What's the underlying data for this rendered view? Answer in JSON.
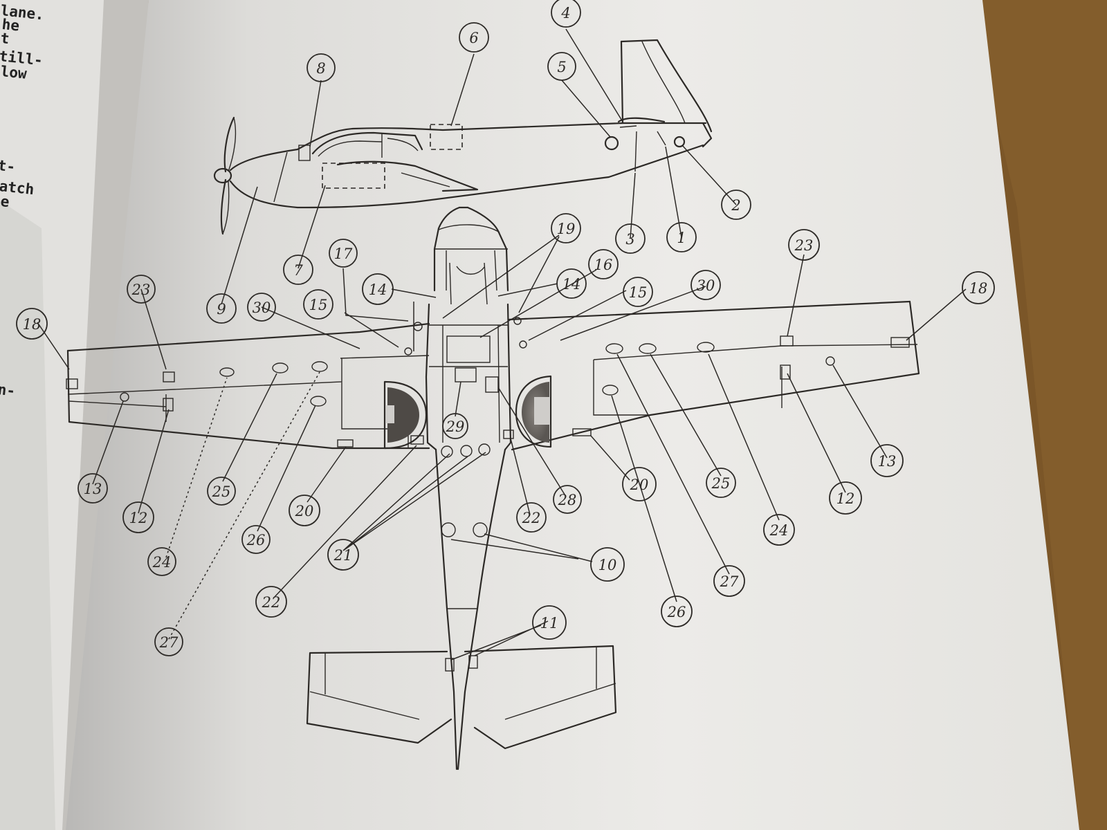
{
  "previous_page": {
    "line_fragments": [
      "lane.",
      "he",
      "t",
      "till-",
      "low",
      "t-",
      "atch",
      "e",
      "n-"
    ]
  },
  "diagram": {
    "callouts": [
      {
        "id": "c1",
        "label": "1"
      },
      {
        "id": "c2",
        "label": "2"
      },
      {
        "id": "c3",
        "label": "3"
      },
      {
        "id": "c4",
        "label": "4"
      },
      {
        "id": "c5",
        "label": "5"
      },
      {
        "id": "c6",
        "label": "6"
      },
      {
        "id": "c7",
        "label": "7"
      },
      {
        "id": "c8",
        "label": "8"
      },
      {
        "id": "c9",
        "label": "9"
      },
      {
        "id": "c10",
        "label": "10"
      },
      {
        "id": "c11",
        "label": "11"
      },
      {
        "id": "c12a",
        "label": "12"
      },
      {
        "id": "c12b",
        "label": "12"
      },
      {
        "id": "c13a",
        "label": "13"
      },
      {
        "id": "c13b",
        "label": "13"
      },
      {
        "id": "c14a",
        "label": "14"
      },
      {
        "id": "c14b",
        "label": "14"
      },
      {
        "id": "c15a",
        "label": "15"
      },
      {
        "id": "c15b",
        "label": "15"
      },
      {
        "id": "c16",
        "label": "16"
      },
      {
        "id": "c17",
        "label": "17"
      },
      {
        "id": "c18a",
        "label": "18"
      },
      {
        "id": "c18b",
        "label": "18"
      },
      {
        "id": "c19",
        "label": "19"
      },
      {
        "id": "c20a",
        "label": "20"
      },
      {
        "id": "c20b",
        "label": "20"
      },
      {
        "id": "c21",
        "label": "21"
      },
      {
        "id": "c22a",
        "label": "22"
      },
      {
        "id": "c22b",
        "label": "22"
      },
      {
        "id": "c23a",
        "label": "23"
      },
      {
        "id": "c23b",
        "label": "23"
      },
      {
        "id": "c24a",
        "label": "24"
      },
      {
        "id": "c24b",
        "label": "24"
      },
      {
        "id": "c25a",
        "label": "25"
      },
      {
        "id": "c25b",
        "label": "25"
      },
      {
        "id": "c26a",
        "label": "26"
      },
      {
        "id": "c26b",
        "label": "26"
      },
      {
        "id": "c27a",
        "label": "27"
      },
      {
        "id": "c27b",
        "label": "27"
      },
      {
        "id": "c28",
        "label": "28"
      },
      {
        "id": "c29",
        "label": "29"
      },
      {
        "id": "c30a",
        "label": "30"
      },
      {
        "id": "c30b",
        "label": "30"
      }
    ]
  },
  "colors": {
    "paper": "#ecebe8",
    "left_page": "#e4e3e0",
    "ink": "#2c2926",
    "desk": "#6b4a22"
  }
}
